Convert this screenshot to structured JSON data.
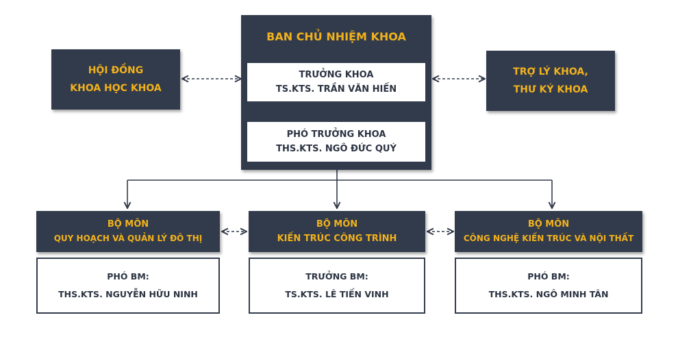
{
  "board": {
    "title": "BAN CHỦ NHIỆM KHOA",
    "dean": {
      "role": "TRƯỞNG KHOA",
      "name": "TS.KTS. TRẦN VĂN HIẾN"
    },
    "vice_dean": {
      "role": "PHÓ TRƯỞNG KHOA",
      "name": "THS.KTS. NGÔ ĐỨC QUÝ"
    }
  },
  "left_council": {
    "line1": "HỘI ĐỒNG",
    "line2": "KHOA HỌC KHOA"
  },
  "right_assistant": {
    "line1": "TRỢ LÝ KHOA,",
    "line2": "THƯ KÝ KHOA"
  },
  "departments": [
    {
      "title": "BỘ MÔN",
      "subtitle": "QUY HOẠCH VÀ QUẢN LÝ ĐÔ THỊ",
      "head_role": "PHÓ BM:",
      "head_name": "THS.KTS. NGUYỄN HỮU NINH"
    },
    {
      "title": "BỘ MÔN",
      "subtitle": "KIẾN TRÚC CÔNG TRÌNH",
      "head_role": "TRƯỞNG BM:",
      "head_name": "TS.KTS. LÊ TIẾN VINH"
    },
    {
      "title": "BỘ MÔN",
      "subtitle": "CÔNG NGHỆ KIẾN TRÚC VÀ NỘI THẤT",
      "head_role": "PHÓ BM:",
      "head_name": "THS.KTS. NGÔ MINH TÂN"
    }
  ],
  "colors": {
    "navy": "#323b4b",
    "gold": "#f2b21c",
    "ink": "#2b3342"
  }
}
